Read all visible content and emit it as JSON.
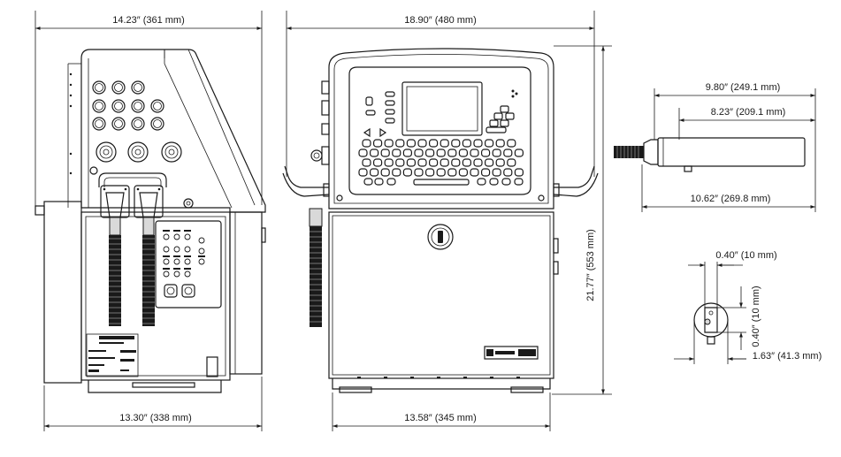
{
  "dimensions": {
    "side_width_top": "14.23″ (361 mm)",
    "side_width_bottom": "13.30″ (338 mm)",
    "front_width_top": "18.90″ (480 mm)",
    "front_width_bottom": "13.58″ (345 mm)",
    "height": "21.77″ (553 mm)",
    "head_length_1": "9.80″ (249.1 mm)",
    "head_length_2": "8.23″ (209.1 mm)",
    "head_length_3": "10.62″ (269.8 mm)",
    "head_end_width": "0.40″ (10 mm)",
    "head_end_height": "0.40″ (10 mm)",
    "head_diameter": "1.63″ (41.3 mm)"
  },
  "colors": {
    "line": "#1a1a1a",
    "background": "#ffffff",
    "fill_gray": "#d9d9d9"
  }
}
